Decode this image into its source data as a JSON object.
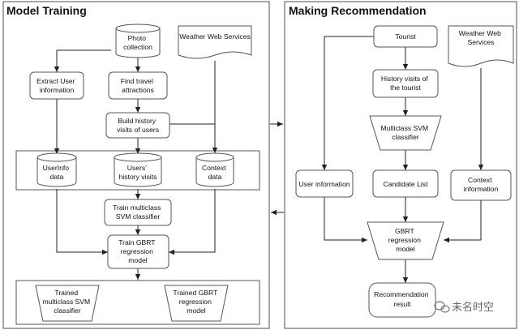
{
  "panels": {
    "left_title": "Model Training",
    "right_title": "Making Recommendation"
  },
  "nodes": {
    "photo_collection": [
      "Photo",
      "collection"
    ],
    "weather_web_services_left": [
      "Weather Web Services"
    ],
    "extract_user_information": [
      "Extract User",
      "information"
    ],
    "find_travel_attractions": [
      "Find travel",
      "attractions"
    ],
    "build_history_visits": [
      "Build history",
      "visits of users"
    ],
    "userinfo_data": [
      "UserInfo",
      "data"
    ],
    "users_history_visits": [
      "Users'",
      "history visits"
    ],
    "context_data": [
      "Context",
      "data"
    ],
    "train_multiclass_svm": [
      "Train multiclass",
      "SVM classifier"
    ],
    "train_gbrt": [
      "Train GBRT",
      "regression",
      "model"
    ],
    "trained_svm": [
      "Trained",
      "multiclass SVM",
      "classifier"
    ],
    "trained_gbrt": [
      "Trained GBRT",
      "regression",
      "model"
    ],
    "tourist": [
      "Tourist"
    ],
    "weather_web_services_right": [
      "Weather Web",
      "Services"
    ],
    "history_visits_tourist": [
      "History visits of",
      "the tourist"
    ],
    "multiclass_svm_classifier": [
      "Multiclass SVM",
      "classifier"
    ],
    "user_information": [
      "User information"
    ],
    "candidate_list": [
      "Candidate List"
    ],
    "context_information": [
      "Context",
      "information"
    ],
    "gbrt_regression_model": [
      "GBRT",
      "regression",
      "model"
    ],
    "recommendation_result": [
      "Recommendation",
      "result"
    ]
  },
  "watermark": {
    "text": "未名时空",
    "icon": "wechat-icon"
  }
}
